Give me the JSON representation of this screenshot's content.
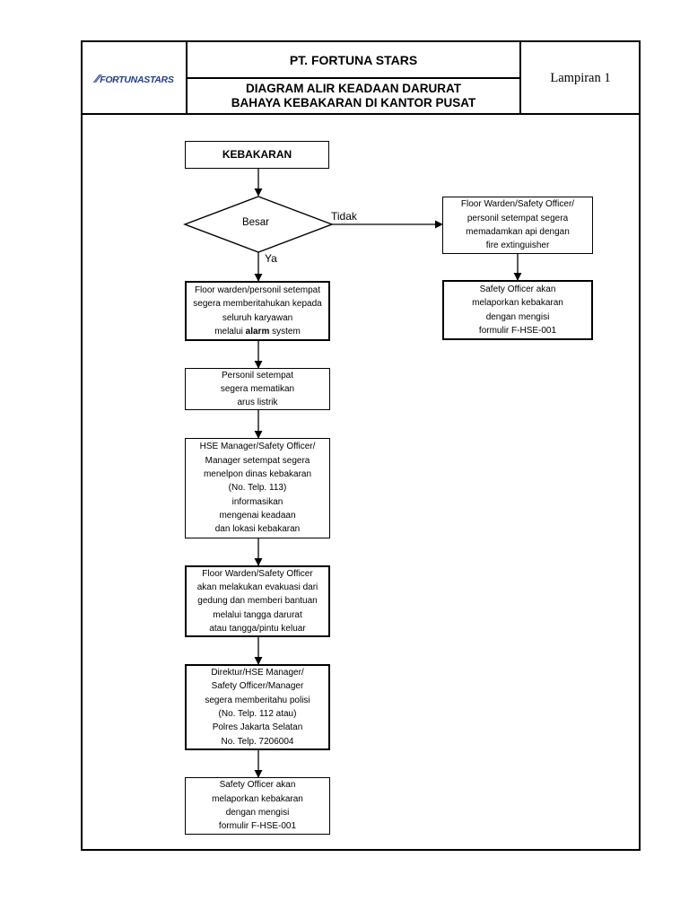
{
  "header": {
    "logo_text": "FORTUNASTARS",
    "company": "PT. FORTUNA STARS",
    "title_line1": "DIAGRAM ALIR KEADAAN DARURAT",
    "title_line2": "BAHAYA KEBAKARAN DI KANTOR PUSAT",
    "attachment": "Lampiran 1"
  },
  "flow": {
    "start": "KEBAKARAN",
    "decision": "Besar",
    "no_label": "Tidak",
    "yes_label": "Ya",
    "alarm": {
      "line1": "Floor warden/personil setempat",
      "line2": "segera memberitahukan kepada",
      "line3": "seluruh karyawan",
      "line4_pre": "melalui ",
      "line4_bold": "alarm",
      "line4_post": " system"
    },
    "power": [
      "Personil setempat",
      "segera mematikan",
      "arus listrik"
    ],
    "call_fire": [
      "HSE Manager/Safety Officer/",
      "Manager setempat segera",
      "menelpon dinas kebakaran",
      "(No. Telp. 113)",
      "informasikan",
      "mengenai keadaan",
      "dan lokasi kebakaran"
    ],
    "evacuate": [
      "Floor Warden/Safety Officer",
      "akan melakukan evakuasi dari",
      "gedung dan memberi bantuan",
      "melalui tangga darurat",
      "atau tangga/pintu keluar"
    ],
    "police": [
      "Direktur/HSE Manager/",
      "Safety Officer/Manager",
      "segera memberitahu polisi",
      "(No. Telp. 112 atau)",
      "Polres Jakarta Selatan",
      "No. Telp. 7206004"
    ],
    "report_left": [
      "Safety Officer akan",
      "melaporkan kebakaran",
      "dengan mengisi",
      "formulir F-HSE-001"
    ],
    "extinguish": [
      "Floor Warden/Safety Officer/",
      "personil setempat segera",
      "memadamkan api dengan",
      "fire extinguisher"
    ],
    "report_right": [
      "Safety Officer akan",
      "melaporkan kebakaran",
      "dengan mengisi",
      "formulir F-HSE-001"
    ]
  }
}
